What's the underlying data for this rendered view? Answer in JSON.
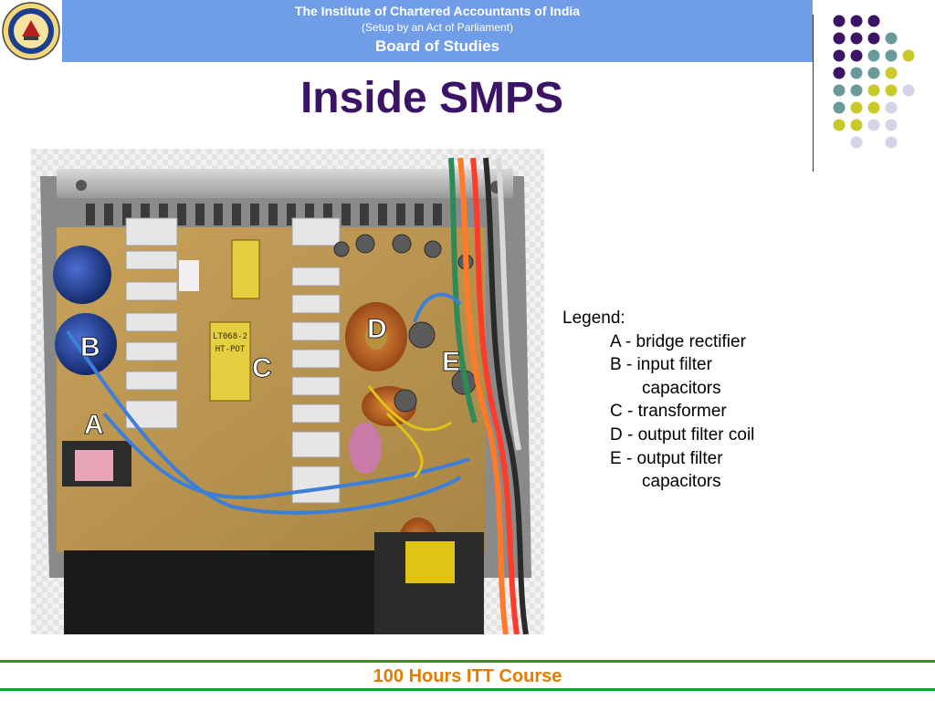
{
  "header": {
    "org": "The Institute of Chartered Accountants of India",
    "sub": "(Setup by an Act of Parliament)",
    "board": "Board of Studies"
  },
  "slide": {
    "title": "Inside SMPS"
  },
  "photo_labels": {
    "a": "A",
    "b": "B",
    "c": "C",
    "d": "D",
    "e": "E",
    "transformer_text_1": "LT068-2",
    "transformer_text_2": "HT-POT"
  },
  "legend": {
    "heading": "Legend:",
    "a": "A - bridge rectifier",
    "b": "B - input filter",
    "b_cont": "capacitors",
    "c": "C - transformer",
    "d": "D - output filter coil",
    "e": "E - output filter",
    "e_cont": "capacitors"
  },
  "footer": {
    "course": "100 Hours ITT Course"
  },
  "colors": {
    "header_band": "#6f9de8",
    "title": "#3c1466",
    "footer_text": "#e37c00",
    "footer_lines": "#1e9b22",
    "dot_purple": "#3c1466",
    "dot_teal": "#6a9a9a",
    "dot_yellow": "#c9c92a",
    "dot_lavender": "#d4d4e8"
  }
}
